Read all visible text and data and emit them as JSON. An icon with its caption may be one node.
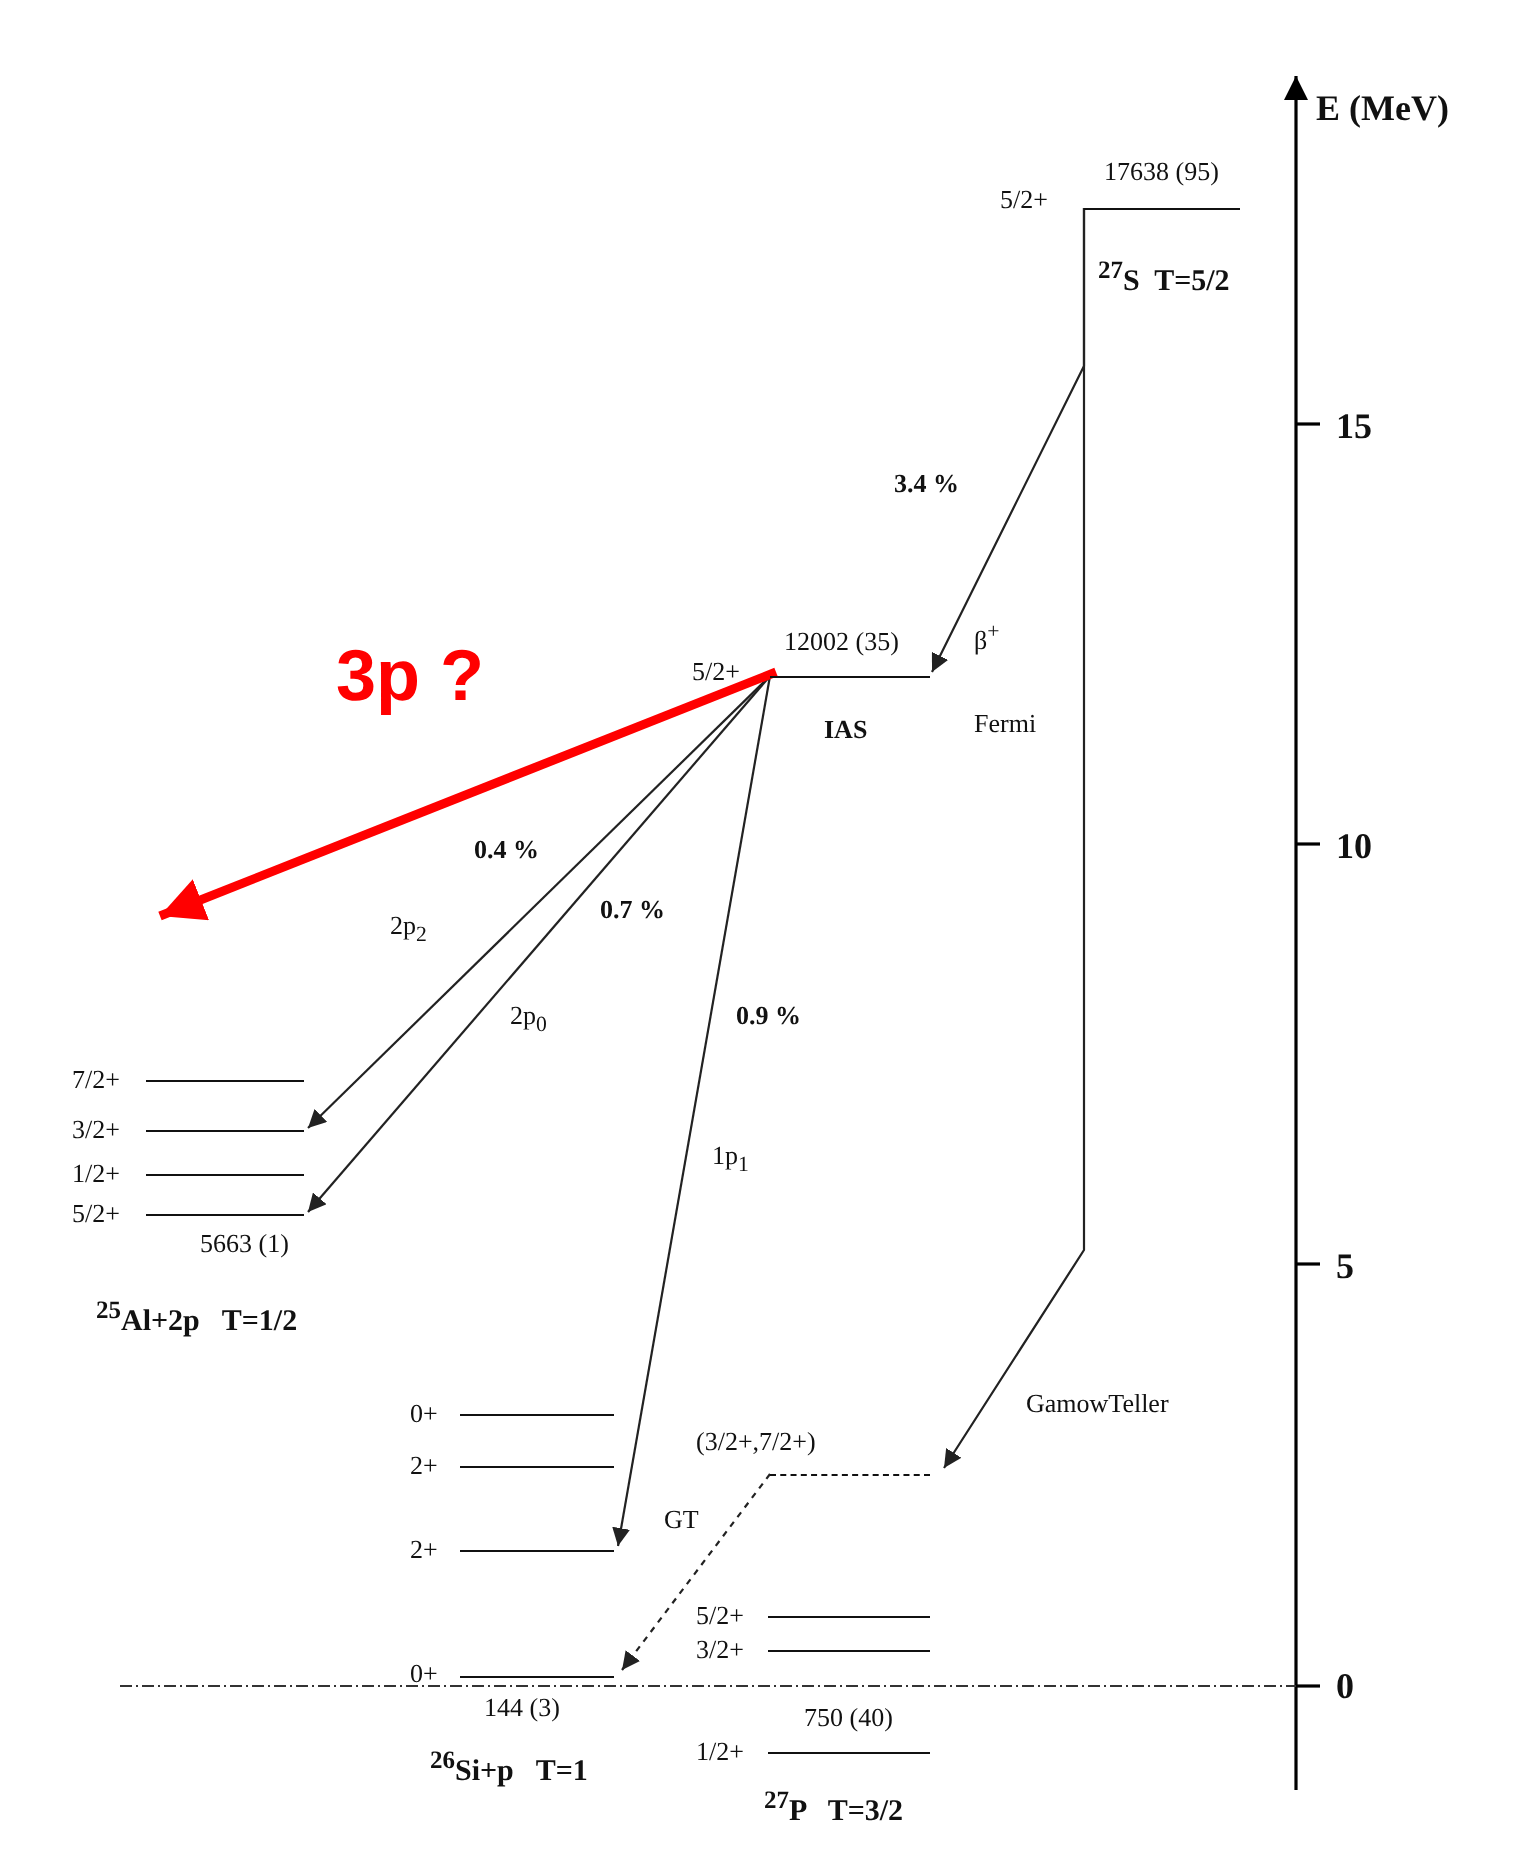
{
  "diagram": {
    "nodes": [
      {
        "text": [
          "5/2+",
          "17638 (95)"
        ]
      },
      {
        "text": [
          "5/2+",
          "12002 (35)"
        ],
        "beside": [
          "IAS"
        ]
      },
      {
        "text": [
          "7/2+"
        ]
      },
      {
        "text": [
          "3/2+"
        ]
      },
      {
        "text": [
          "1/2+"
        ]
      },
      {
        "text": [
          "5/2+",
          "5663 (1)"
        ]
      },
      {
        "text": [
          "0+"
        ]
      },
      {
        "text": [
          "2+"
        ]
      },
      {
        "text": [
          "2+"
        ]
      },
      {
        "text": [
          "0+",
          "144 (3)"
        ]
      },
      {
        "text": [
          "(3/2+,7/2+)"
        ]
      },
      {
        "text": [
          "5/2+"
        ]
      },
      {
        "text": [
          "3/2+"
        ]
      },
      {
        "text": [
          "1/2+",
          "750 (40)"
        ]
      }
    ],
    "edges": [
      {
        "from": 0,
        "to": 1,
        "arrow": "to",
        "label": "3.4 %"
      },
      {
        "from": 0,
        "to": 10,
        "arrow": "to",
        "label": "GamowTeller"
      },
      {
        "from": 1,
        "to": 3,
        "arrow": "to",
        "label": "2p$_{2}$"
      },
      {
        "from": 1,
        "to": 5,
        "arrow": "to",
        "label": "2p$_{0}$"
      },
      {
        "from": 1,
        "to": 8,
        "arrow": "to",
        "label": "1p$_{1}$"
      },
      {
        "from": 10,
        "to": 9,
        "arrow": "to",
        "label": "GT",
        "style": "dashed"
      },
      {
        "from": 1,
        "to": null,
        "arrow": "to",
        "label": "3p ?",
        "style": "thick",
        "color": "#ff0000"
      }
    ],
    "labels": [
      "E (MeV)",
      "15",
      "10",
      "5",
      "0",
      "$^{27}$S  T=5/2",
      "β$^{+}$",
      "Fermi",
      "0.4 %",
      "0.7 %",
      "0.9 %",
      "$^{25}$Al+2p   T=1/2",
      "$^{26}$Si+p   T=1",
      "$^{27}$P   T=3/2"
    ]
  }
}
